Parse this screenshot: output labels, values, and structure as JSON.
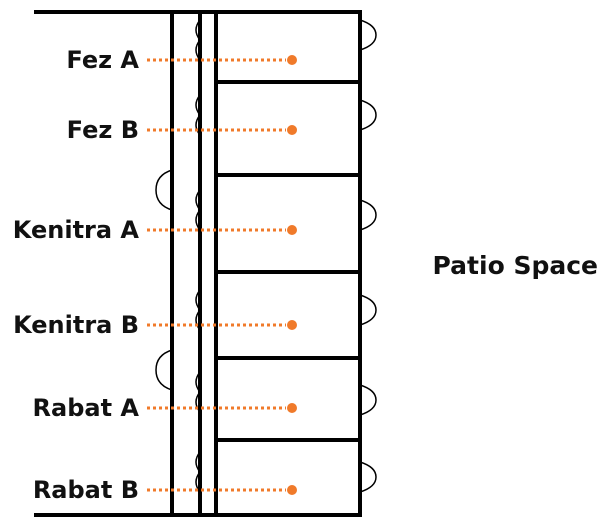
{
  "diagram": {
    "area_label": "Patio Space",
    "accent_color": "#F07A2A",
    "rooms": [
      {
        "label": "Fez A"
      },
      {
        "label": "Fez B"
      },
      {
        "label": "Kenitra A"
      },
      {
        "label": "Kenitra B"
      },
      {
        "label": "Rabat A"
      },
      {
        "label": "Rabat B"
      }
    ]
  }
}
